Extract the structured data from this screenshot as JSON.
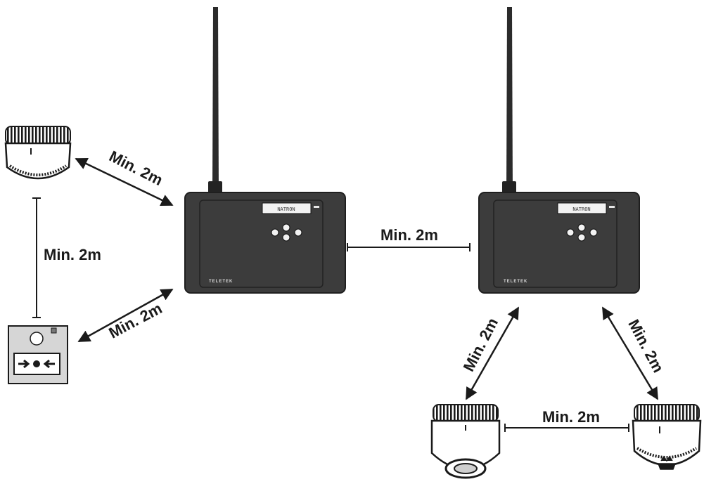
{
  "panel_display_text": "NATRON",
  "panel_brand": "TELETEK",
  "distance_labels": {
    "detector_to_panel_left": "Min. 2m",
    "detector_to_callpoint": "Min. 2m",
    "callpoint_to_panel_left": "Min. 2m",
    "panel_to_panel": "Min. 2m",
    "panel_right_to_sounder": "Min. 2m",
    "panel_right_to_detector_right": "Min. 2m",
    "sounder_to_detector": "Min. 2m"
  },
  "icons": {
    "callpoint_symbol": "arrows-to-dot-icon",
    "sounder_symbol": "sounder-icon",
    "detector_symbol": "smoke-detector-icon"
  },
  "colors": {
    "panel_body": "#3c3c3c",
    "panel_edge": "#1f1f1f",
    "display": "#f2f2f2",
    "callpoint_face": "#d6d6d6",
    "line": "#1a1a1a"
  }
}
